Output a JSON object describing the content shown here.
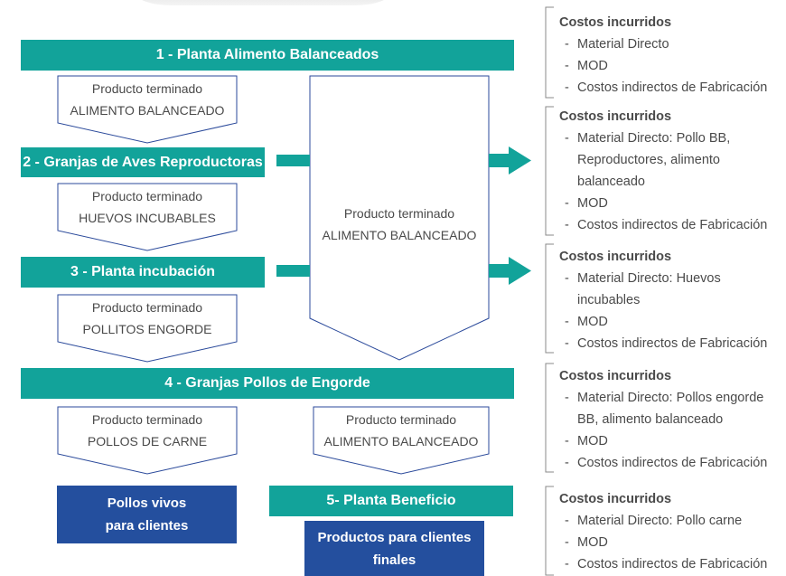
{
  "stages": [
    {
      "label": "1 - Planta Alimento Balanceados"
    },
    {
      "label": "2 - Granjas de Aves Reproductoras"
    },
    {
      "label": "3 - Planta incubación"
    },
    {
      "label": "4 - Granjas Pollos de Engorde"
    },
    {
      "label": "5- Planta Beneficio"
    }
  ],
  "products": [
    {
      "line1": "Producto terminado",
      "line2": "ALIMENTO BALANCEADO"
    },
    {
      "line1": "Producto terminado",
      "line2": "HUEVOS INCUBABLES"
    },
    {
      "line1": "Producto terminado",
      "line2": "POLLITOS ENGORDE"
    },
    {
      "line1": "Producto terminado",
      "line2": "POLLOS DE CARNE"
    },
    {
      "line1": "Producto terminado",
      "line2": "ALIMENTO BALANCEADO"
    }
  ],
  "central": {
    "line1": "Producto terminado",
    "line2": "ALIMENTO BALANCEADO"
  },
  "outputs": [
    {
      "line1": "Pollos vivos",
      "line2": "para clientes"
    },
    {
      "line1": "Productos para clientes",
      "line2": "finales"
    }
  ],
  "costs": [
    {
      "title": "Costos incurridos",
      "items": [
        "Material Directo",
        "MOD",
        "Costos indirectos de Fabricación"
      ]
    },
    {
      "title": "Costos incurridos",
      "items": [
        "Material Directo: Pollo BB, Reproductores, alimento balanceado",
        "MOD",
        "Costos indirectos de Fabricación"
      ]
    },
    {
      "title": "Costos incurridos",
      "items": [
        "Material Directo: Huevos incubables",
        "MOD",
        "Costos indirectos de Fabricación"
      ]
    },
    {
      "title": "Costos incurridos",
      "items": [
        "Material Directo: Pollos engorde BB, alimento balanceado",
        "MOD",
        "Costos indirectos de Fabricación"
      ]
    },
    {
      "title": "Costos incurridos",
      "items": [
        "Material Directo: Pollo carne",
        "MOD",
        "Costos indirectos de Fabricación"
      ]
    }
  ],
  "colors": {
    "teal": "#12a39a",
    "blue": "#244f9e",
    "outline": "#2b4a9b",
    "bracket": "#8a8a8a"
  }
}
